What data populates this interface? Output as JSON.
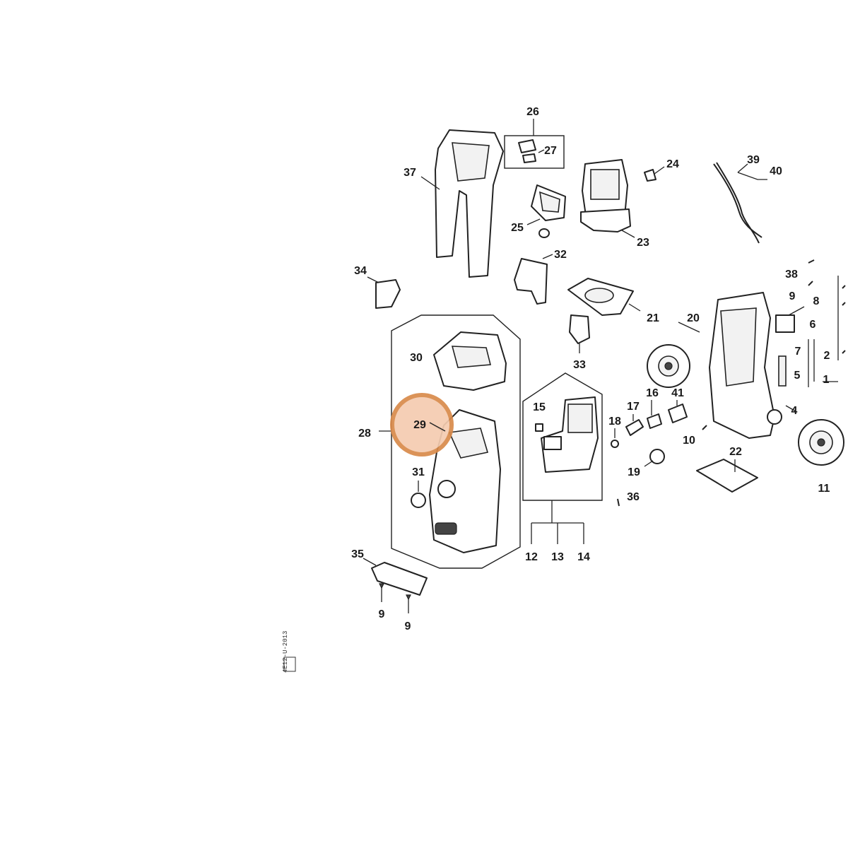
{
  "diagram": {
    "labels": {
      "p1": "1",
      "p2": "2",
      "p4": "4",
      "p5": "5",
      "p6": "6",
      "p7": "7",
      "p8": "8",
      "p9_a": "9",
      "p9_b": "9",
      "p9_c": "9",
      "p10": "10",
      "p11": "11",
      "p12": "12",
      "p13": "13",
      "p14": "14",
      "p15": "15",
      "p16": "16",
      "p17": "17",
      "p18": "18",
      "p19": "19",
      "p20": "20",
      "p21": "21",
      "p22": "22",
      "p23": "23",
      "p24": "24",
      "p25": "25",
      "p26": "26",
      "p27": "27",
      "p28": "28",
      "p29": "29",
      "p30": "30",
      "p31": "31",
      "p32": "32",
      "p33": "33",
      "p34": "34",
      "p35": "35",
      "p36": "36",
      "p37": "37",
      "p38": "38",
      "p39": "39",
      "p40": "40",
      "p41": "41"
    },
    "stamp": "4E12-U-2013",
    "highlight": {
      "part": "29",
      "fill": "#f5ccb0",
      "stroke": "#d98a4a"
    }
  }
}
